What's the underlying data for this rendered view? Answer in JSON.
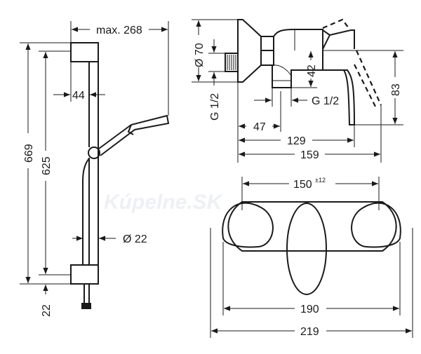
{
  "watermark": "Kúpelne.SK",
  "shower_rail": {
    "max_width": "max. 268",
    "total_height": "669",
    "rail_height": "625",
    "wall_offset": "44",
    "rail_diameter": "Ø 22",
    "hose_outlet": "22"
  },
  "mixer_side": {
    "flange_diameter": "Ø 70",
    "inlet_thread": "G 1/2",
    "outlet_height": "42",
    "outlet_thread": "G 1/2",
    "lever_height": "83",
    "outlet_distance": "47",
    "body_depth": "129",
    "total_depth": "159"
  },
  "mixer_front": {
    "centers": "150",
    "centers_tolerance": "±12",
    "plate_width": "190",
    "total_width": "219"
  }
}
